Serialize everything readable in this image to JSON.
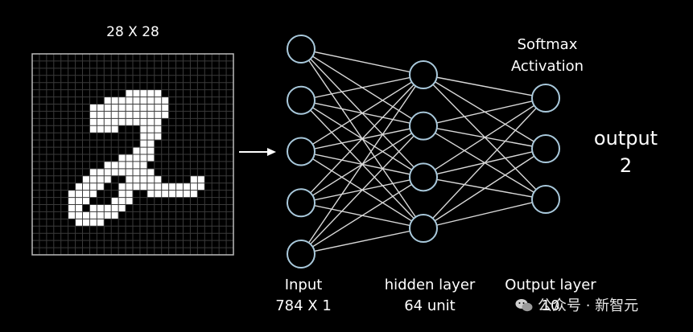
{
  "input_image": {
    "title": "28 X 28",
    "rows": 28,
    "cols": 28,
    "digit_strokes": [
      [
        [
          8,
          7
        ],
        [
          10,
          6
        ],
        [
          14,
          5
        ],
        [
          16,
          5
        ],
        [
          17,
          6
        ],
        [
          16,
          8
        ],
        [
          15,
          11
        ],
        [
          14,
          14
        ],
        [
          13,
          16
        ],
        [
          12,
          18
        ],
        [
          11,
          20
        ]
      ],
      [
        [
          11,
          20
        ],
        [
          9,
          21
        ],
        [
          6,
          22
        ],
        [
          5,
          21
        ],
        [
          5,
          19
        ],
        [
          7,
          17
        ],
        [
          10,
          15
        ],
        [
          13,
          14
        ],
        [
          14,
          15
        ],
        [
          15,
          17
        ],
        [
          17,
          18
        ],
        [
          20,
          18
        ],
        [
          22,
          17
        ]
      ],
      [
        [
          8,
          9
        ],
        [
          12,
          8
        ],
        [
          15,
          7
        ]
      ]
    ]
  },
  "layers": {
    "input": {
      "caption": "Input",
      "size": "784 X 1",
      "nodes": 5
    },
    "hidden": {
      "caption": "hidden layer",
      "size": "64 unit",
      "nodes": 4
    },
    "output": {
      "caption": "Output layer",
      "size": "10",
      "nodes": 3
    }
  },
  "softmax": {
    "line1": "Softmax",
    "line2": "Activation"
  },
  "result": {
    "label": "output",
    "value": "2"
  },
  "watermark": {
    "text": "公众号 · 新智元"
  },
  "colors": {
    "background": "#000000",
    "node_fill": "#000000",
    "node_stroke": "#a9c9dc",
    "edge": "#d9d9d9",
    "grid_line": "#3a3a3a",
    "grid_border": "#bbbbbb",
    "digit": "#ffffff"
  }
}
